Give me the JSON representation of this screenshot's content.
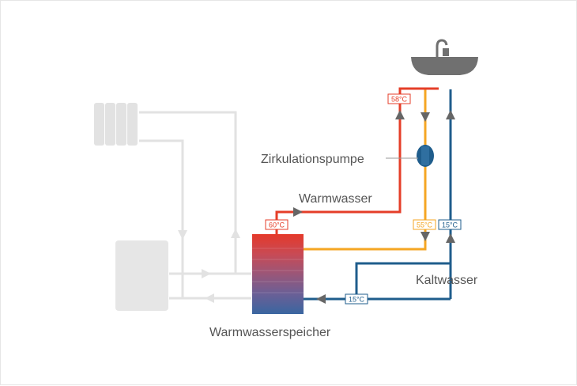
{
  "labels": {
    "zirkulationspumpe": "Zirkulationspumpe",
    "warmwasser": "Warmwasser",
    "kaltwasser": "Kaltwasser",
    "warmwasserspeicher": "Warmwasserspeicher"
  },
  "temperatures": {
    "hot_supply": "58°C",
    "tank_outlet": "60°C",
    "circulation_return": "55°C",
    "cold_riser": "15°C",
    "cold_inlet": "15°C"
  },
  "colors": {
    "hot": "#e53e28",
    "circulation": "#f5a623",
    "cold": "#1f5d8c",
    "inactive": "#e2e2e2",
    "arrow": "#666666",
    "text": "#555555"
  }
}
